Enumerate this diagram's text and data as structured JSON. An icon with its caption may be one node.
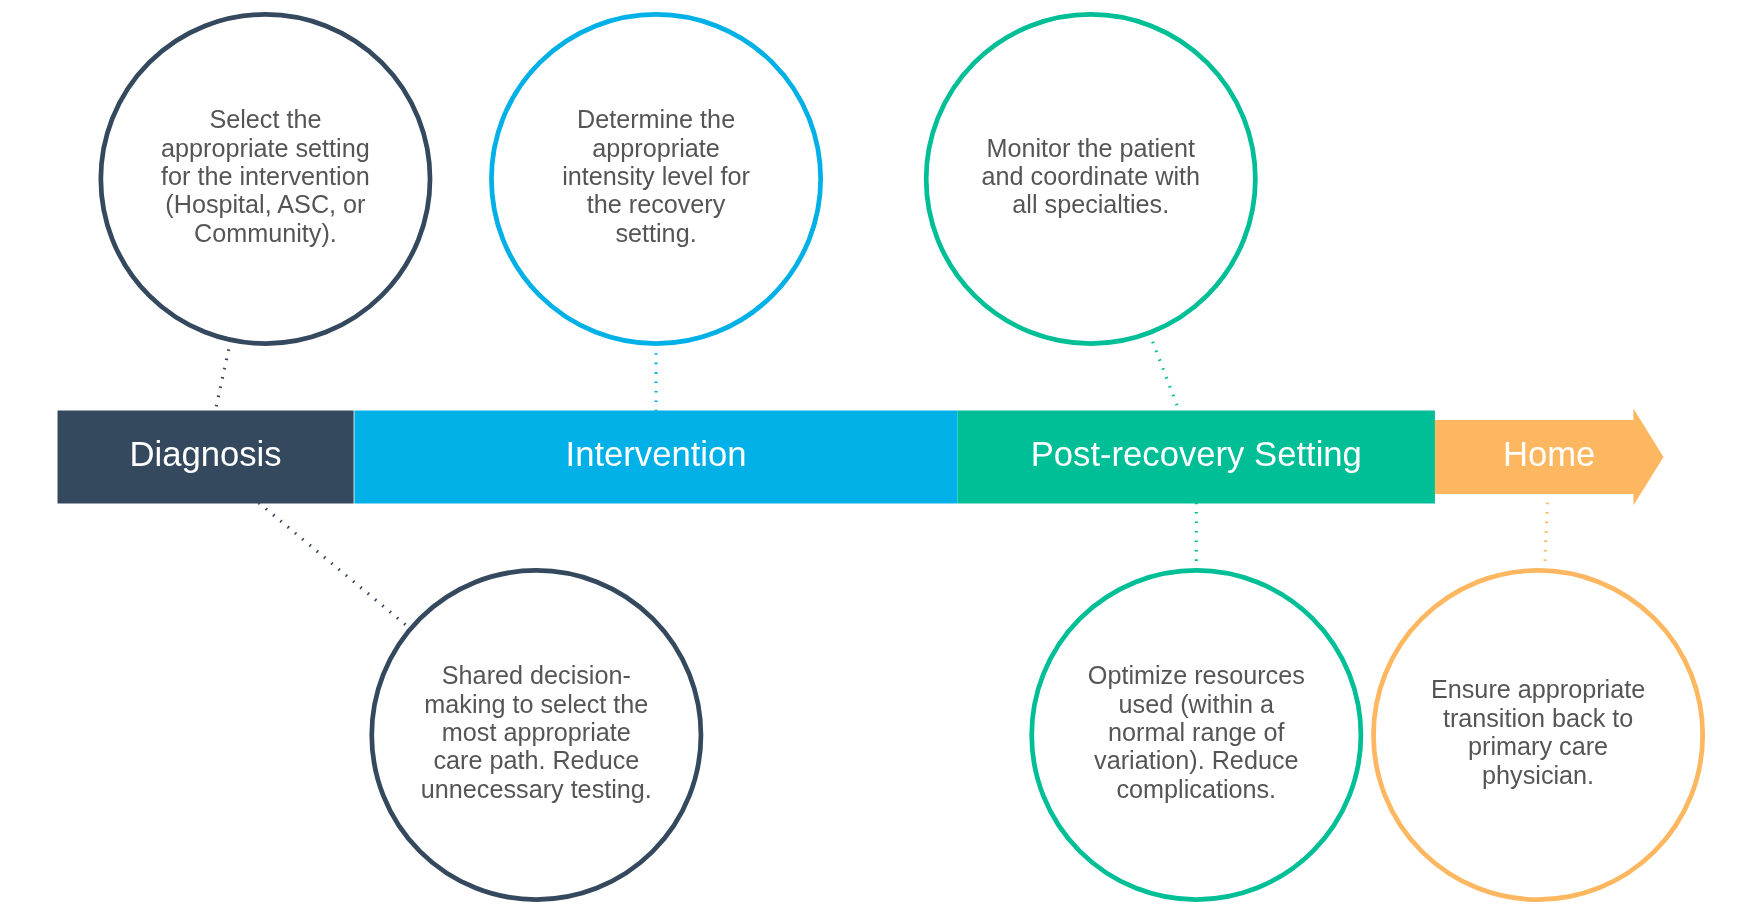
{
  "diagram": {
    "nodes": [
      {
        "text": [
          "Diagnosis"
        ]
      },
      {
        "text": [
          "Intervention"
        ]
      },
      {
        "text": [
          "Post-recovery Setting"
        ]
      },
      {
        "text": [
          "Home"
        ]
      },
      {
        "text": [
          "Select the appropriate setting for the intervention (Hospital, ASC, or Community)."
        ]
      },
      {
        "text": [
          "Determine the appropriate intensity level for the recovery setting."
        ]
      },
      {
        "text": [
          "Monitor the patient and coordinate with all specialties."
        ]
      },
      {
        "text": [
          "Shared decision-making to select the most appropriate care path. Reduce unnecessary testing."
        ]
      },
      {
        "text": [
          "Optimize resources used (within a normal range of variation). Reduce complications."
        ]
      },
      {
        "text": [
          "Ensure appropriate transition back to primary care physician."
        ]
      }
    ],
    "edges": [
      {
        "from": 4,
        "to": 0,
        "arrow": "none",
        "style": "dashed",
        "color": "#34495e"
      },
      {
        "from": 5,
        "to": 1,
        "arrow": "none",
        "style": "dashed",
        "color": "#00b0e6"
      },
      {
        "from": 6,
        "to": 2,
        "arrow": "none",
        "style": "dashed",
        "color": "#00bf96"
      },
      {
        "from": 0,
        "to": 7,
        "arrow": "none",
        "style": "dashed",
        "color": "#34495e"
      },
      {
        "from": 2,
        "to": 8,
        "arrow": "none",
        "style": "dashed",
        "color": "#00bf96"
      },
      {
        "from": 3,
        "to": 9,
        "arrow": "none",
        "style": "dashed",
        "color": "#fcb760"
      }
    ]
  }
}
